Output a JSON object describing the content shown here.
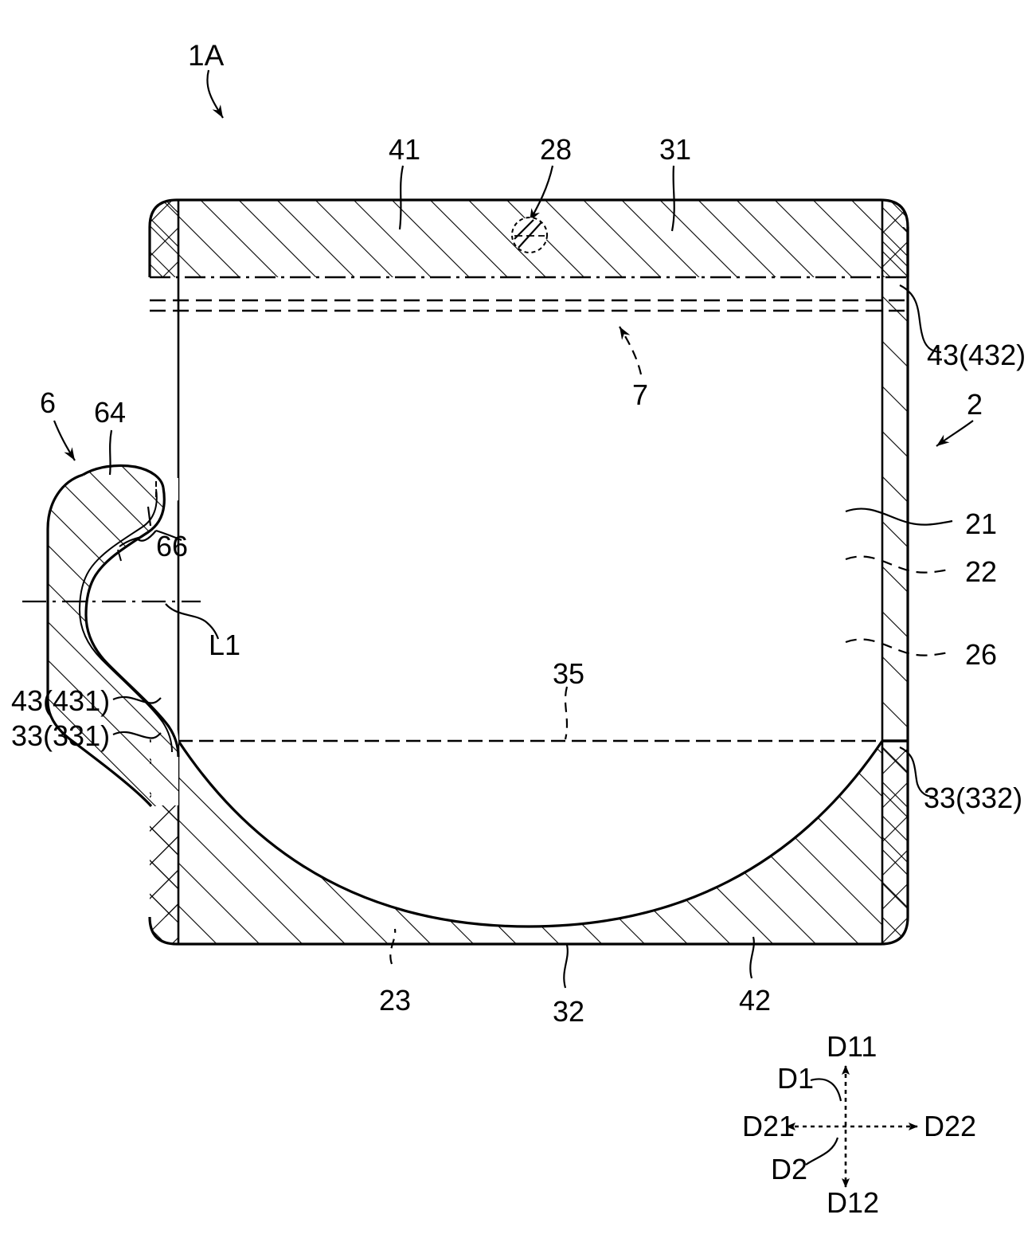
{
  "figure": {
    "title_ref": "1A",
    "description": "Patent cross-section drawing of a pouch/container with spout and liquid contents",
    "stroke_color": "#000000",
    "background_color": "#ffffff"
  },
  "labels": {
    "assembly": "1A",
    "top_seal_layer": "41",
    "spot_28": "28",
    "top_band": "31",
    "right_corner_seal": "43(432)",
    "body_ref": "2",
    "inner_film_21": "21",
    "inner_film_22": "22",
    "inner_film_26": "26",
    "spout_6": "6",
    "spout_64": "64",
    "spout_66": "66",
    "centerline": "L1",
    "left_corner_seal": "43(431)",
    "left_bottom_seal": "33(331)",
    "right_bottom_seal": "33(332)",
    "headspace_arrow": "7",
    "liquid_level": "35",
    "bottom_left_23": "23",
    "bottom_center_32": "32",
    "bottom_right_42": "42"
  },
  "direction_key": {
    "up": "D11",
    "down": "D12",
    "left": "D21",
    "right": "D22",
    "vertical_axis": "D1",
    "horizontal_axis": "D2"
  }
}
